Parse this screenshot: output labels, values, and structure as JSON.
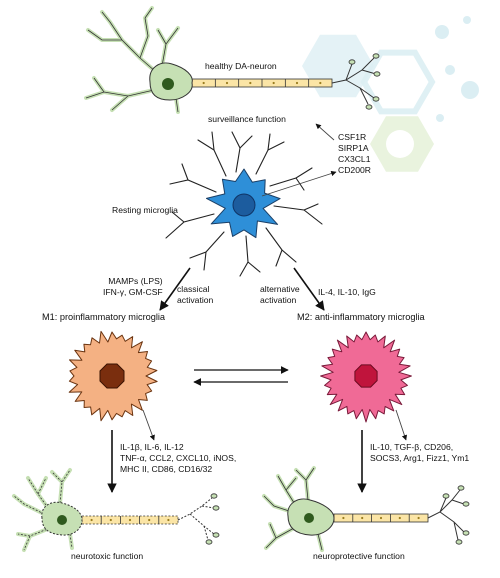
{
  "labels": {
    "healthy": "healthy DA-neuron",
    "surveillance": "surveillance function",
    "resting": "Resting microglia",
    "receptors": [
      "CSF1R",
      "SIRP1A",
      "CX3CL1",
      "CD200R"
    ],
    "classical_stimuli": [
      "MAMPs (LPS)",
      "IFN-γ, GM-CSF"
    ],
    "classical_path": [
      "classical",
      "activation"
    ],
    "alternative_path": [
      "alternative",
      "activation"
    ],
    "alternative_stimuli": "IL-4, IL-10, IgG",
    "m1": "M1: proinflammatory microglia",
    "m2": "M2: anti-inflammatory microglia",
    "m1_markers": [
      "IL-1β, IL-6, IL-12",
      "TNF-α, CCL2, CXCL10, iNOS,",
      "MHC II, CD86, CD16/32"
    ],
    "m2_markers": [
      "IL-10, TGF-β, CD206,",
      "SOCS3, Arg1, Fizz1, Ym1"
    ],
    "neurotoxic": "neurotoxic function",
    "neuroprotective": "neuroprotective function"
  },
  "colors": {
    "neuron_soma": "#c6e0b4",
    "neuron_nucleus": "#2f5a1e",
    "axon_myelin": "#fbe5a6",
    "resting_cell": "#2e8fd8",
    "resting_nucleus": "#1c5c9e",
    "m1_cell": "#f4b183",
    "m1_nucleus": "#7a2e0e",
    "m2_cell": "#f06a96",
    "m2_nucleus": "#c0143c",
    "hexagon_decor": "#dbeef3"
  }
}
